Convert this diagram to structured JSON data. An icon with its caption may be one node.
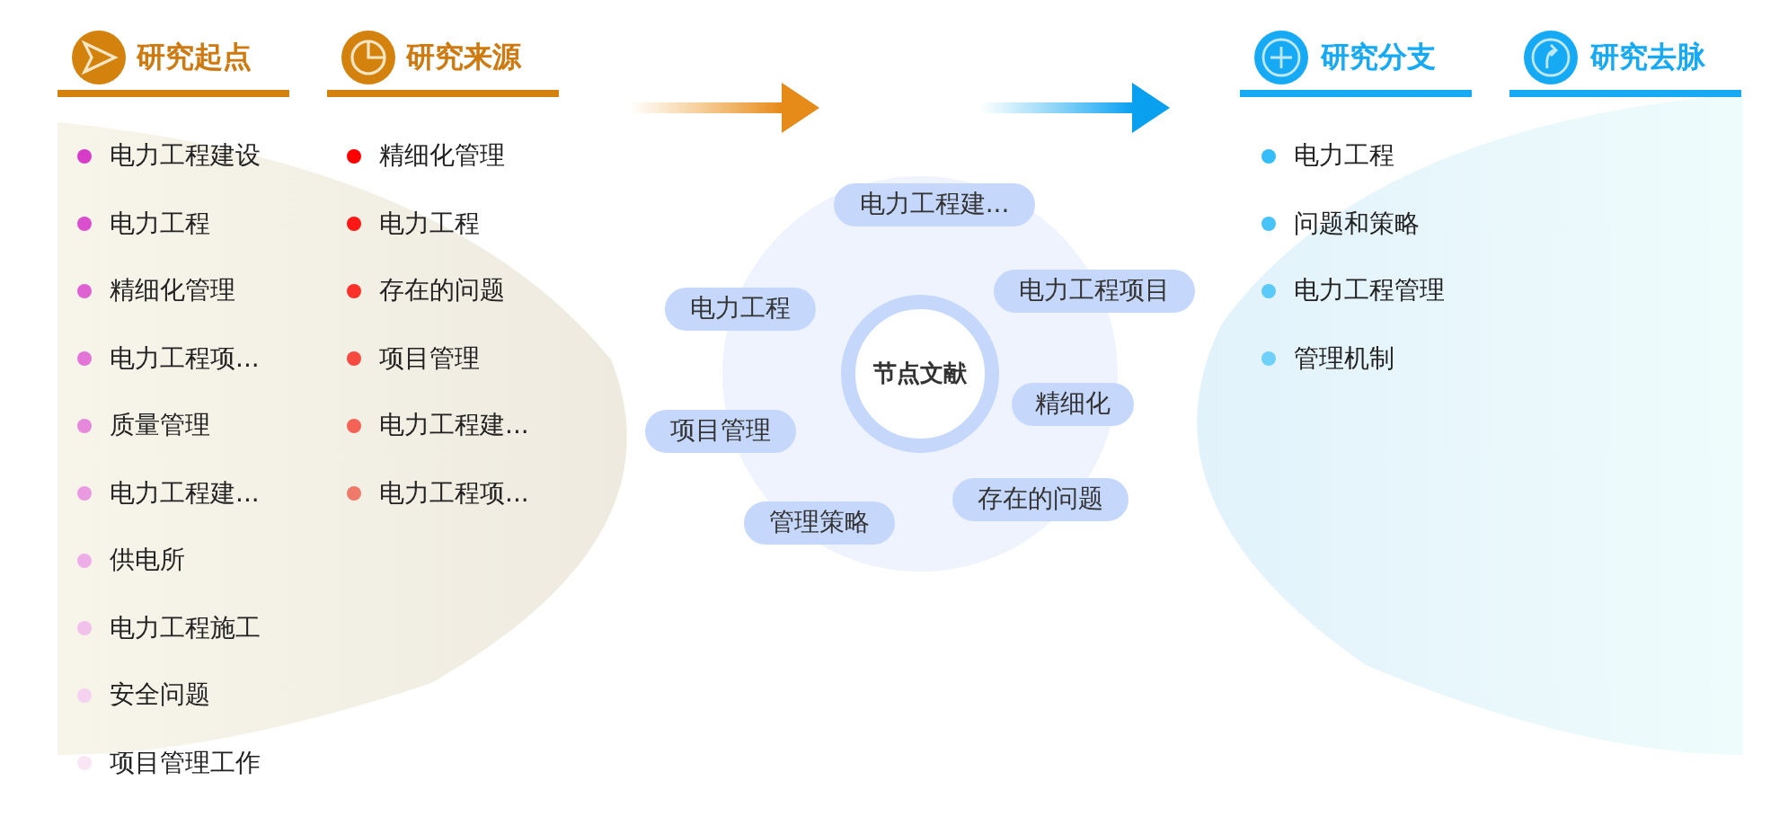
{
  "diagram": {
    "nodes": [
      {
        "text": [
          "节点文献"
        ]
      },
      {
        "text": [
          "电力工程建..."
        ]
      },
      {
        "text": [
          "电力工程项目"
        ]
      },
      {
        "text": [
          "电力工程"
        ]
      },
      {
        "text": [
          "精细化"
        ]
      },
      {
        "text": [
          "项目管理"
        ]
      },
      {
        "text": [
          "存在的问题"
        ]
      },
      {
        "text": [
          "管理策略"
        ]
      }
    ],
    "edges": [],
    "labels": [
      "研究起点",
      "电力工程建设",
      "电力工程",
      "精细化管理",
      "电力工程项...",
      "质量管理",
      "电力工程建...",
      "供电所",
      "电力工程施工",
      "安全问题",
      "项目管理工作",
      "研究来源",
      "精细化管理",
      "电力工程",
      "存在的问题",
      "项目管理",
      "电力工程建...",
      "电力工程项...",
      "研究分支",
      "电力工程",
      "问题和策略",
      "电力工程管理",
      "管理机制",
      "研究去脉"
    ]
  }
}
